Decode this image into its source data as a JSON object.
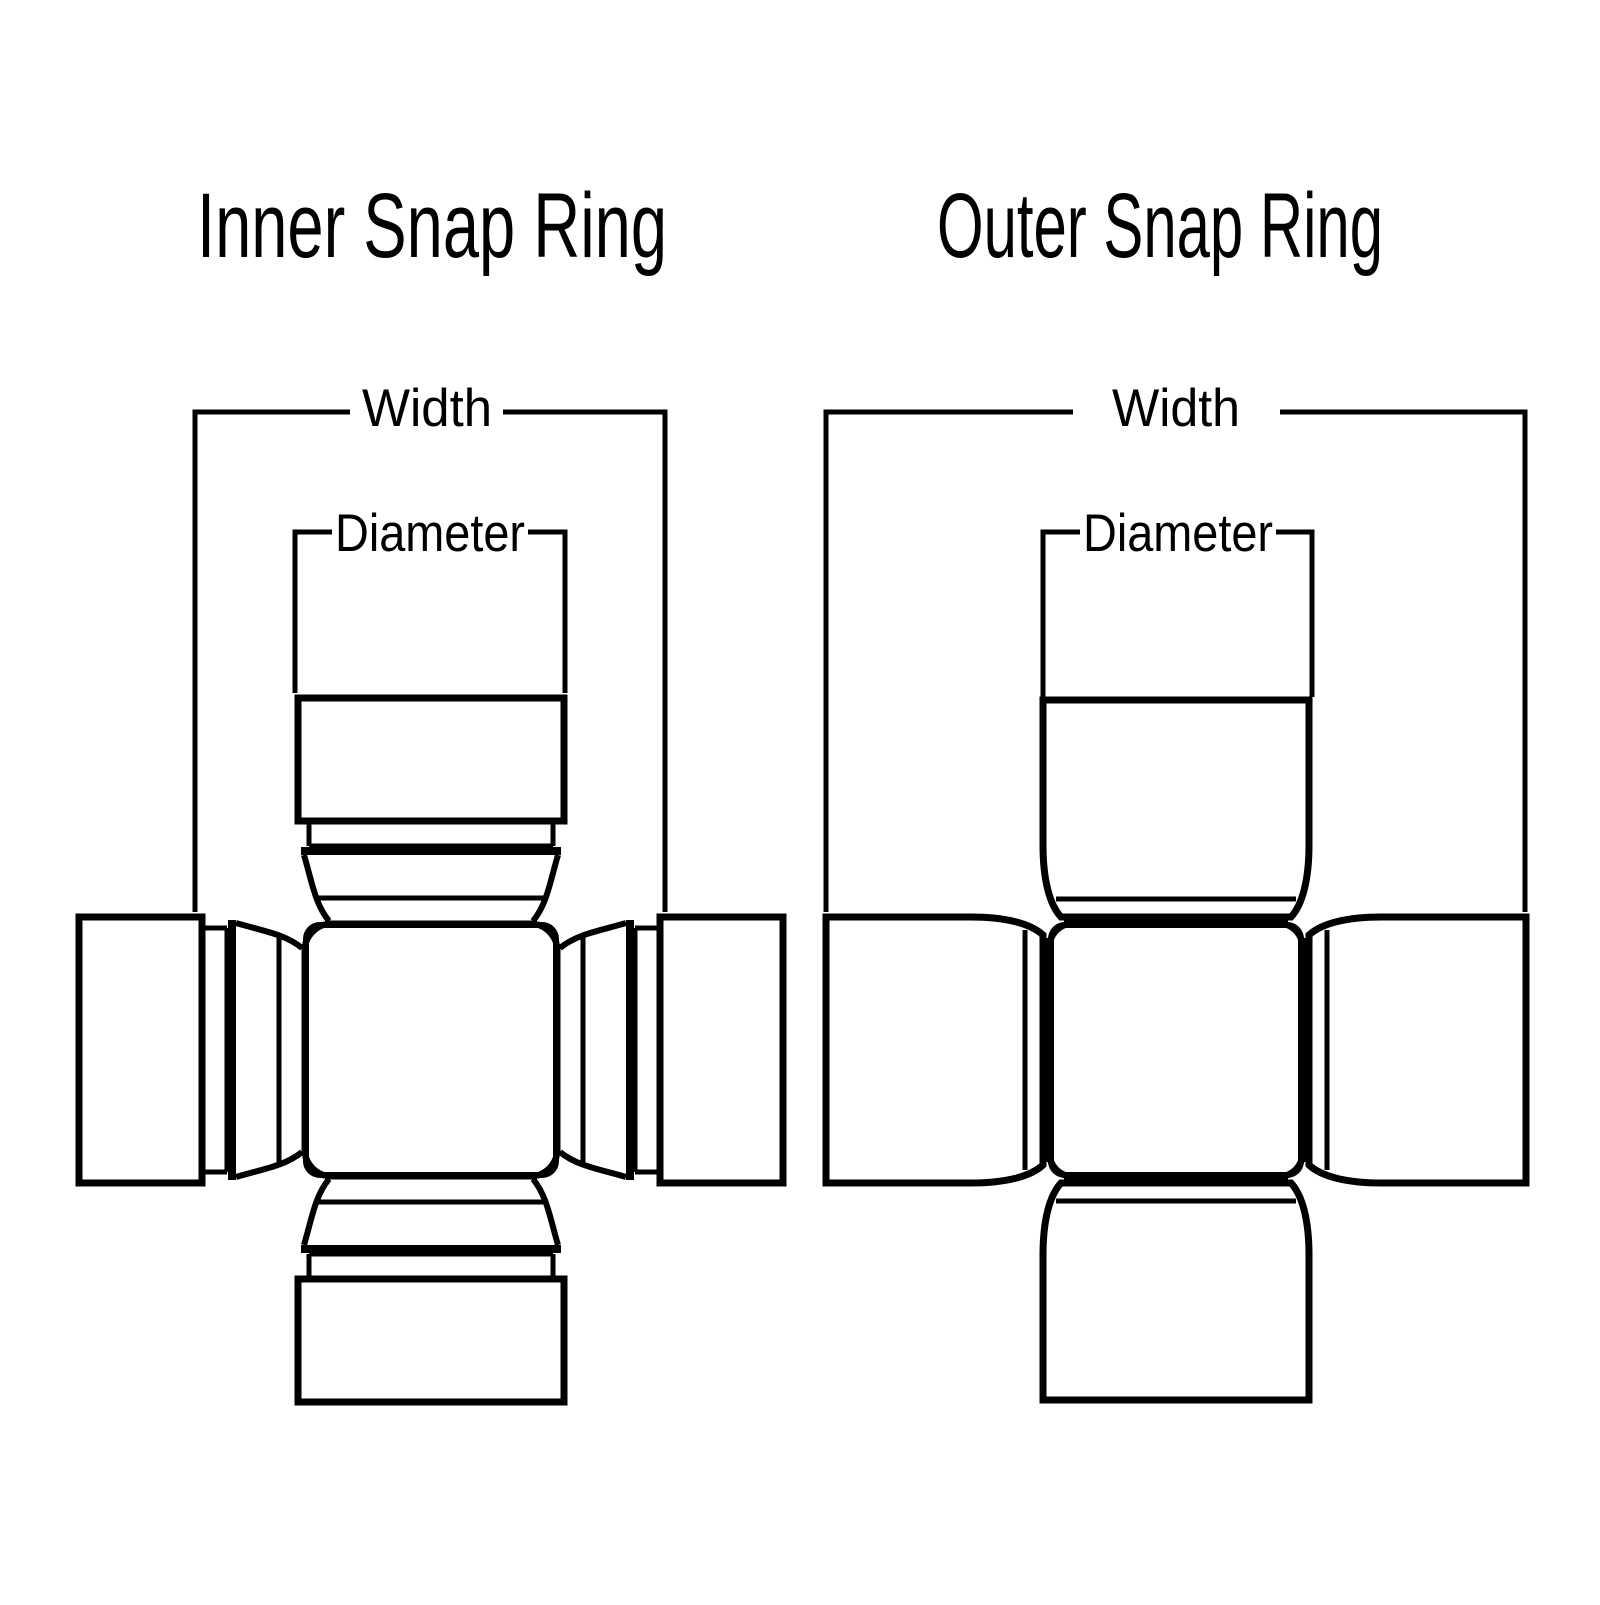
{
  "canvas": {
    "background_color": "#ffffff",
    "line_color": "#000000"
  },
  "diagrams": [
    {
      "id": "inner-snap-ring",
      "title": "Inner Snap Ring",
      "dimension_labels": {
        "width": "Width",
        "diameter": "Diameter"
      }
    },
    {
      "id": "outer-snap-ring",
      "title": "Outer Snap Ring",
      "dimension_labels": {
        "width": "Width",
        "diameter": "Diameter"
      }
    }
  ]
}
